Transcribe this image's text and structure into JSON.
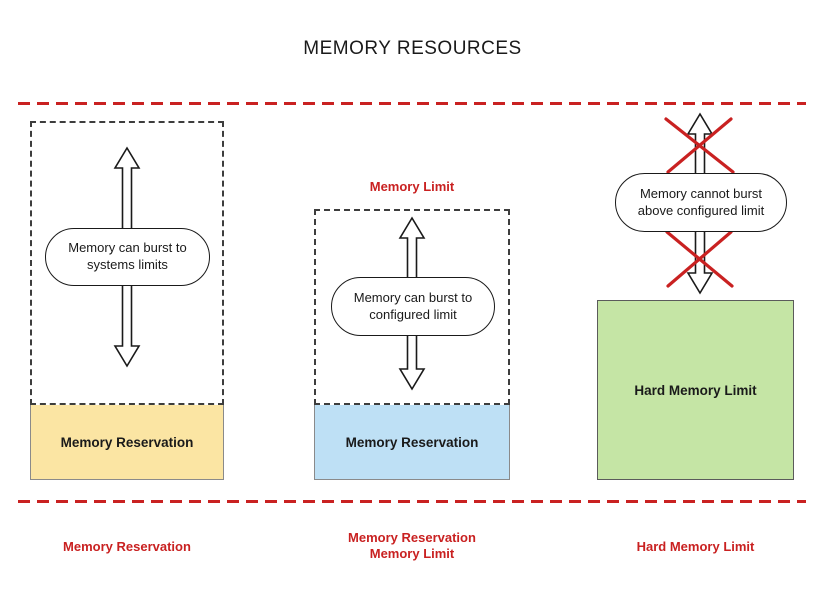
{
  "title": "MEMORY RESOURCES",
  "colors": {
    "annotation_red": "#C92121",
    "reservation_yellow": "#FBE5A3",
    "reservation_blue": "#BEE0F5",
    "hard_limit_green": "#C5E5A5"
  },
  "columns": {
    "left": {
      "pill_line1": "Memory can burst to",
      "pill_line2": "systems limits",
      "box_label": "Memory Reservation",
      "footer_line1": "Memory Reservation"
    },
    "middle": {
      "top_label": "Memory Limit",
      "pill_line1": "Memory can burst to",
      "pill_line2": "configured limit",
      "box_label": "Memory Reservation",
      "footer_line1": "Memory Reservation",
      "footer_line2": "Memory Limit"
    },
    "right": {
      "pill_line1": "Memory cannot burst",
      "pill_line2": "above configured limit",
      "box_label": "Hard Memory Limit",
      "footer_line1": "Hard Memory Limit"
    }
  }
}
